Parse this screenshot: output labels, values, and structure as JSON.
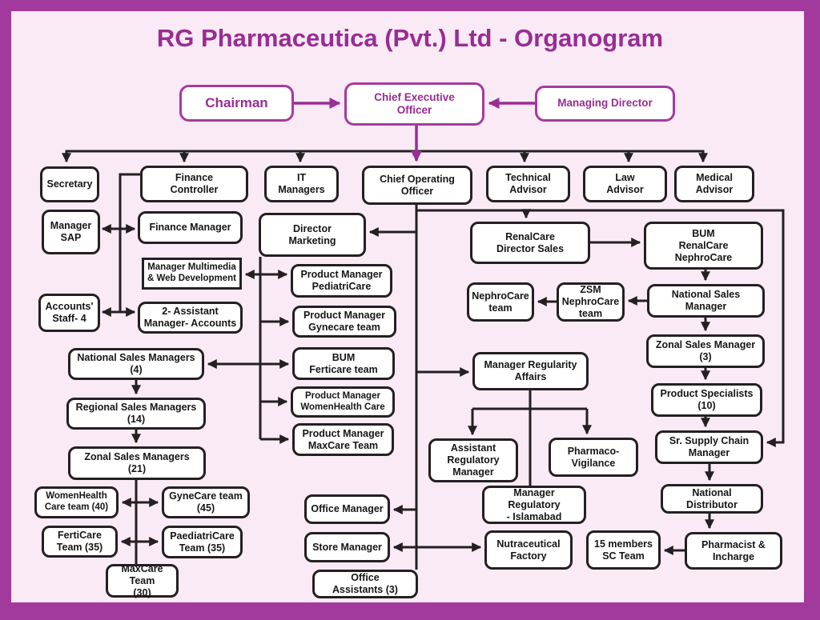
{
  "title": "RG Pharmaceutica (Pvt.) Ltd - Organogram",
  "colors": {
    "frame_border": "#A2399C",
    "background": "#F9EAF6",
    "accent_purple": "#992C93",
    "purple_box_border": "#A53AA0",
    "line_black": "#241F21",
    "box_fill": "#FFFFFF"
  },
  "nodes": {
    "chairman": "Chairman",
    "ceo": "Chief Executive\nOfficer",
    "managing_director": "Managing Director",
    "secretary": "Secretary",
    "finance_controller": "Finance\nController",
    "it_managers": "IT\nManagers",
    "coo": "Chief Operating\nOfficer",
    "technical_advisor": "Technical\nAdvisor",
    "law_advisor": "Law\nAdvisor",
    "medical_advisor": "Medical\nAdvisor",
    "manager_sap": "Manager\nSAP",
    "finance_manager": "Finance Manager",
    "manager_multimedia": "Manager Multimedia\n& Web Development",
    "accounts_staff": "Accounts'\nStaff- 4",
    "asst_mgr_accounts": "2- Assistant\nManager- Accounts",
    "nsm4": "National Sales Managers\n(4)",
    "rsm14": "Regional Sales Managers\n(14)",
    "zsm21": "Zonal Sales Managers\n(21)",
    "womenhealth_team": "WomenHealth\nCare  team (40)",
    "gynecare_team": "GyneCare team\n(45)",
    "ferticare_team": "FertiCare\nTeam (35)",
    "paediatricare_team": "PaediatriCare\nTeam (35)",
    "maxcare_team": "MaxCare Team\n(30)",
    "director_marketing": "Director\nMarketing",
    "pm_pediatricare": "Product Manager\nPediatriCare",
    "pm_gynecare": "Product Manager\nGynecare team",
    "bum_ferticare": "BUM\nFerticare team",
    "pm_womenhealth": "Product Manager\nWomenHealth Care",
    "pm_maxcare": "Product Manager\nMaxCare Team",
    "office_manager": "Office Manager",
    "store_manager": "Store Manager",
    "office_assistants": "Office\nAssistants (3)",
    "renalcare_director": "RenalCare\nDirector Sales",
    "bum_renalcare": "BUM\nRenalCare\nNephroCare",
    "nephrocare_team": "NephroCare\nteam",
    "zsm_nephrocare": "ZSM\nNephroCare\nteam",
    "national_sales_manager": "National Sales\nManager",
    "zonal_sales_manager3": "Zonal Sales Manager\n(3)",
    "product_specialists10": "Product Specialists\n(10)",
    "manager_regularity": "Manager Regularity\nAffairs",
    "asst_regulatory": "Assistant\nRegulatory\nManager",
    "pharmaco_vigilance": "Pharmaco-\nVigilance",
    "mgr_regulatory_islamabad": "Manager Regulatory\n- Islamabad",
    "nutraceutical_factory": "Nutraceutical\nFactory",
    "sc_team15": "15 members\nSC Team",
    "pharmacist_incharge": "Pharmacist &\nIncharge",
    "sr_supply_chain": "Sr. Supply Chain\nManager",
    "national_distributor": "National\nDistributor"
  }
}
